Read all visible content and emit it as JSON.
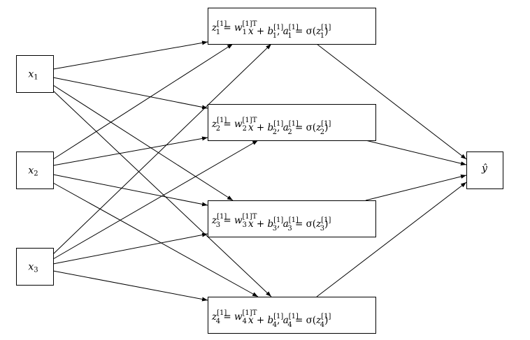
{
  "diagram": {
    "inputs": [
      {
        "id": "x1",
        "var": "x",
        "sub": "1"
      },
      {
        "id": "x2",
        "var": "x",
        "sub": "2"
      },
      {
        "id": "x3",
        "var": "x",
        "sub": "3"
      }
    ],
    "hidden": [
      {
        "id": "h1",
        "index": "1",
        "layer": "[1]",
        "w_sup": "[1]T"
      },
      {
        "id": "h2",
        "index": "2",
        "layer": "[1]",
        "w_sup": "[1]T"
      },
      {
        "id": "h3",
        "index": "3",
        "layer": "[1]",
        "w_sup": "[1]T"
      },
      {
        "id": "h4",
        "index": "4",
        "layer": "[1]",
        "w_sup": "[1]T"
      }
    ],
    "output": {
      "id": "y",
      "label": "ŷ"
    },
    "edges": [
      {
        "from": "x1",
        "to": "h1"
      },
      {
        "from": "x1",
        "to": "h2"
      },
      {
        "from": "x1",
        "to": "h3"
      },
      {
        "from": "x1",
        "to": "h4"
      },
      {
        "from": "x2",
        "to": "h1"
      },
      {
        "from": "x2",
        "to": "h2"
      },
      {
        "from": "x2",
        "to": "h3"
      },
      {
        "from": "x2",
        "to": "h4"
      },
      {
        "from": "x3",
        "to": "h1"
      },
      {
        "from": "x3",
        "to": "h2"
      },
      {
        "from": "x3",
        "to": "h3"
      },
      {
        "from": "x3",
        "to": "h4"
      },
      {
        "from": "h1",
        "to": "y"
      },
      {
        "from": "h2",
        "to": "y"
      },
      {
        "from": "h3",
        "to": "y"
      },
      {
        "from": "h4",
        "to": "y"
      }
    ]
  }
}
